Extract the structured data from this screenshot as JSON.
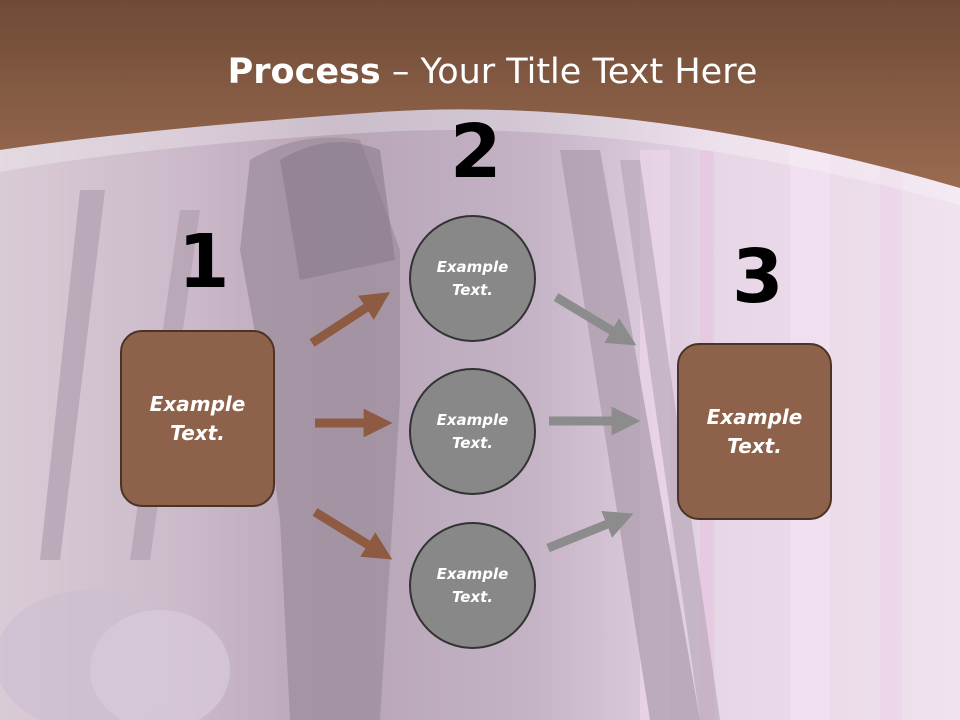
{
  "title": {
    "bold": "Process",
    "rest": " – Your Title Text Here"
  },
  "steps": [
    {
      "number": "1",
      "text": "Example Text."
    },
    {
      "number": "2",
      "text": "Example Text."
    },
    {
      "number": "3",
      "text": "Example Text."
    }
  ],
  "circles": [
    {
      "text": "Example Text."
    },
    {
      "text": "Example Text."
    },
    {
      "text": "Example Text."
    }
  ],
  "colors": {
    "header": "#8b5d45",
    "box_fill": "#8e614a",
    "circle_fill": "#888888",
    "arrow_brown": "#8e5a42",
    "arrow_gray": "#8c8c8c"
  }
}
